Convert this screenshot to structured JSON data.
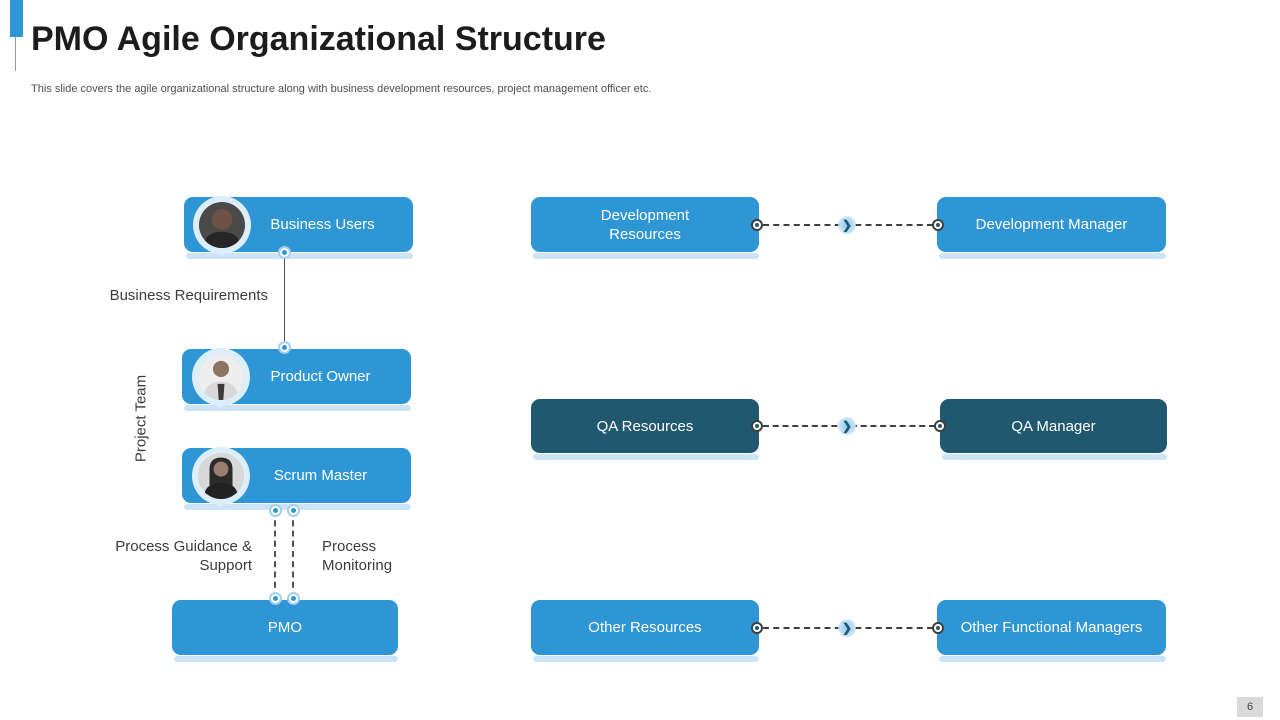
{
  "header": {
    "title": "PMO Agile Organizational Structure",
    "subtitle": "This slide covers the agile organizational structure along with  business development resources, project management officer etc."
  },
  "project_team": {
    "label": "Project Team"
  },
  "org": {
    "business_users": "Business Users",
    "product_owner": "Product Owner",
    "scrum_master": "Scrum Master",
    "pmo": "PMO"
  },
  "edge_labels": {
    "business_requirements": "Business Requirements",
    "process_guidance": "Process Guidance & Support",
    "process_monitoring": "Process Monitoring"
  },
  "rows": [
    {
      "resource": "Development Resources",
      "manager": "Development Manager",
      "theme": "light"
    },
    {
      "resource": "QA Resources",
      "manager": "QA Manager",
      "theme": "dark"
    },
    {
      "resource": "Other Resources",
      "manager": "Other Functional Managers",
      "theme": "light"
    }
  ],
  "icons": {
    "arrow_glyph": "❯",
    "avatars": [
      "business-users-photo",
      "product-owner-photo",
      "scrum-master-photo"
    ]
  },
  "colors": {
    "accent_blue": "#2E96D4",
    "dark_blue": "#20586F",
    "shadow_blue": "#CDE4F6"
  },
  "footer": {
    "page_number": "6"
  }
}
